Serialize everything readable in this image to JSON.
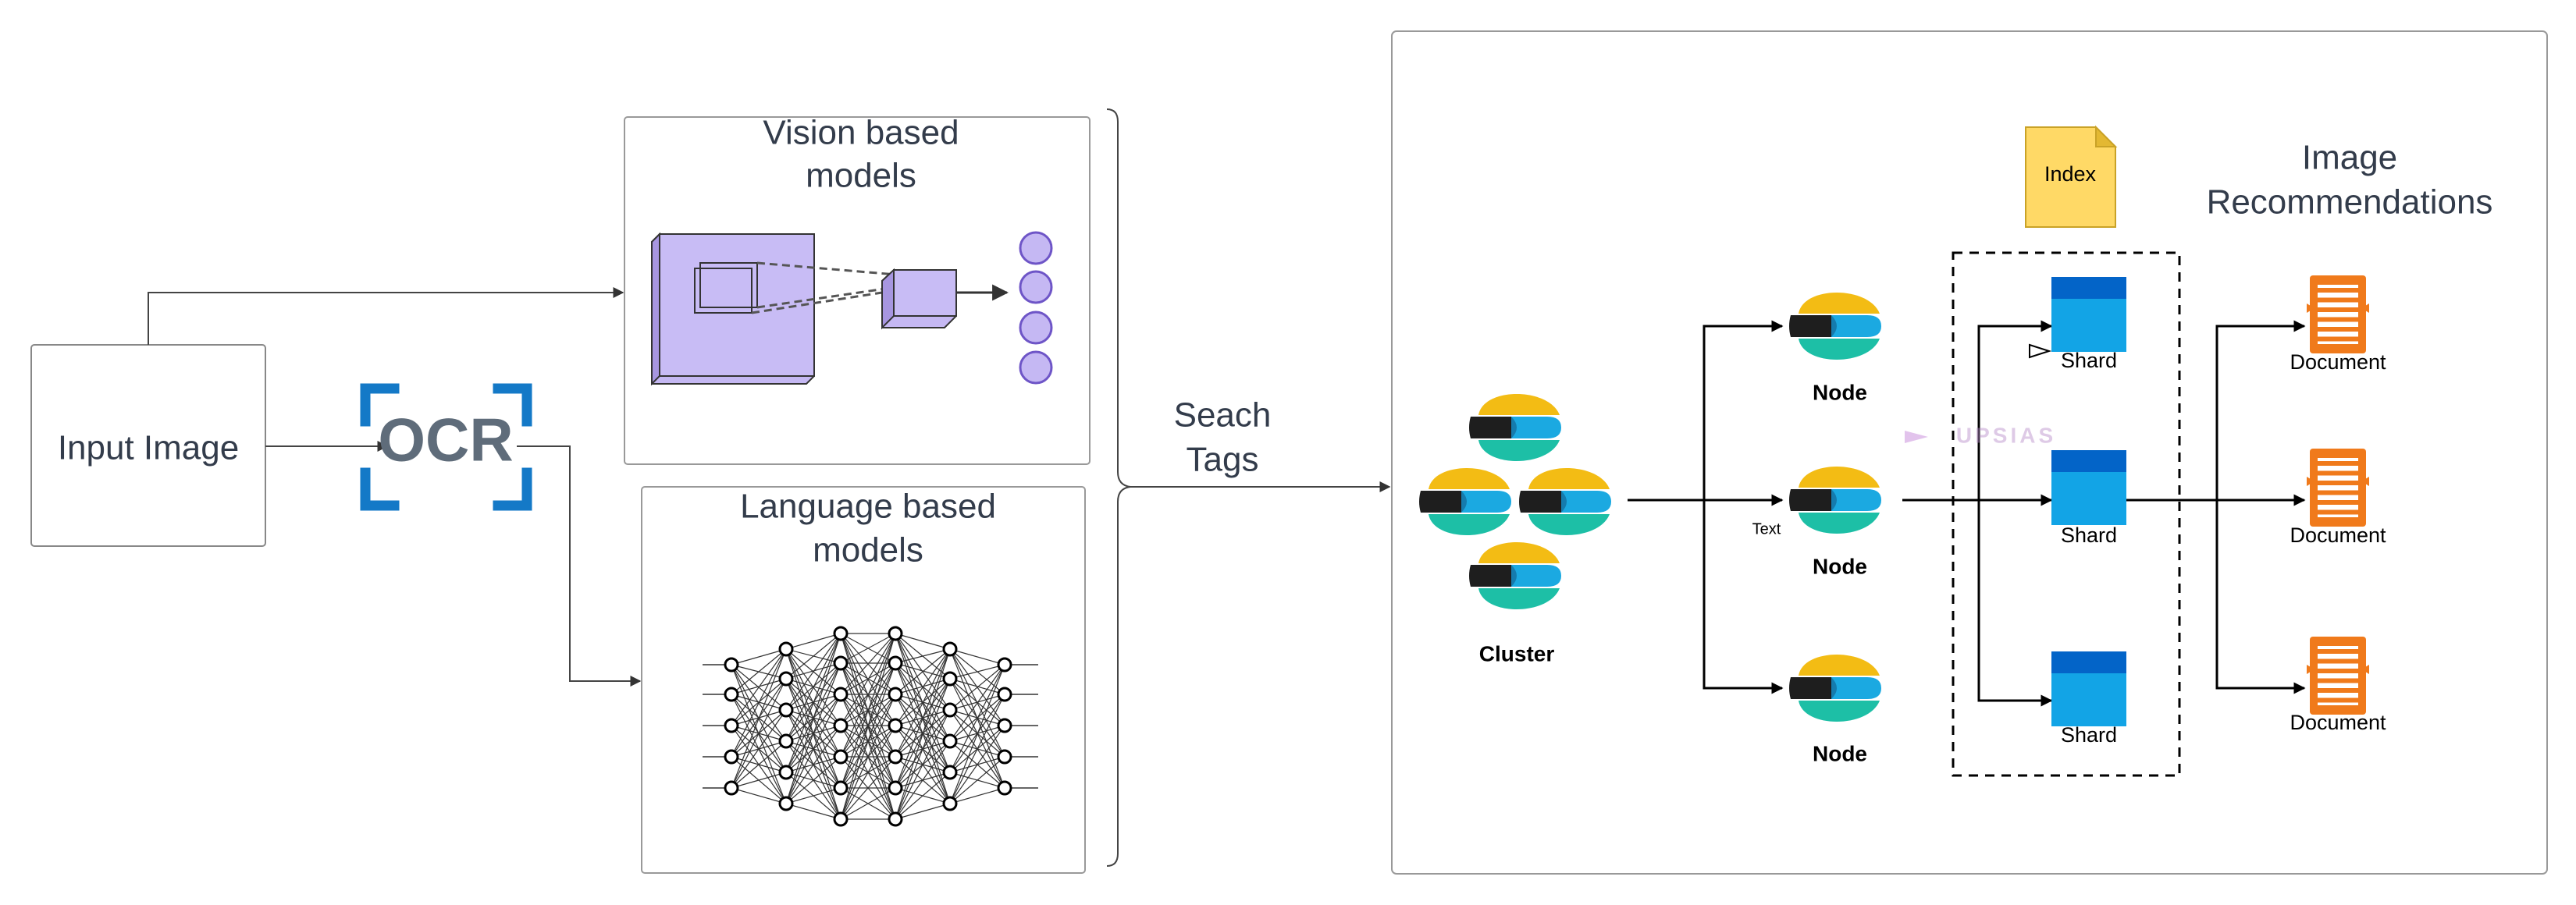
{
  "input_image": {
    "label": "Input Image"
  },
  "ocr": {
    "label": "OCR"
  },
  "vision": {
    "line1": "Vision based",
    "line2": "models"
  },
  "language": {
    "line1": "Language based",
    "line2": "models"
  },
  "search_tags": {
    "line1": "Seach",
    "line2": "Tags"
  },
  "elastic": {
    "cluster_label": "Cluster",
    "node_label": "Node",
    "text_label": "Text",
    "index_label": "Index",
    "shard_label": "Shard",
    "document_label": "Document",
    "recommendations_line1": "Image",
    "recommendations_line2": "Recommendations",
    "watermark": "UPSIAS"
  },
  "colors": {
    "line": "#333333",
    "box_border": "#999999",
    "ocr_blue": "#1479c7",
    "ocr_text": "#5f6c7a",
    "cnn_fill": "#c5b8f3",
    "cnn_stroke": "#6e55c7",
    "elastic_yellow": "#f3bc14",
    "elastic_black": "#1e1e1e",
    "elastic_cyan": "#1ba9e1",
    "elastic_teal": "#1dbfa6",
    "index_fill": "#ffd966",
    "shard_top": "#0364c8",
    "shard_body": "#12a4e6",
    "document_orange": "#f07a1b"
  }
}
